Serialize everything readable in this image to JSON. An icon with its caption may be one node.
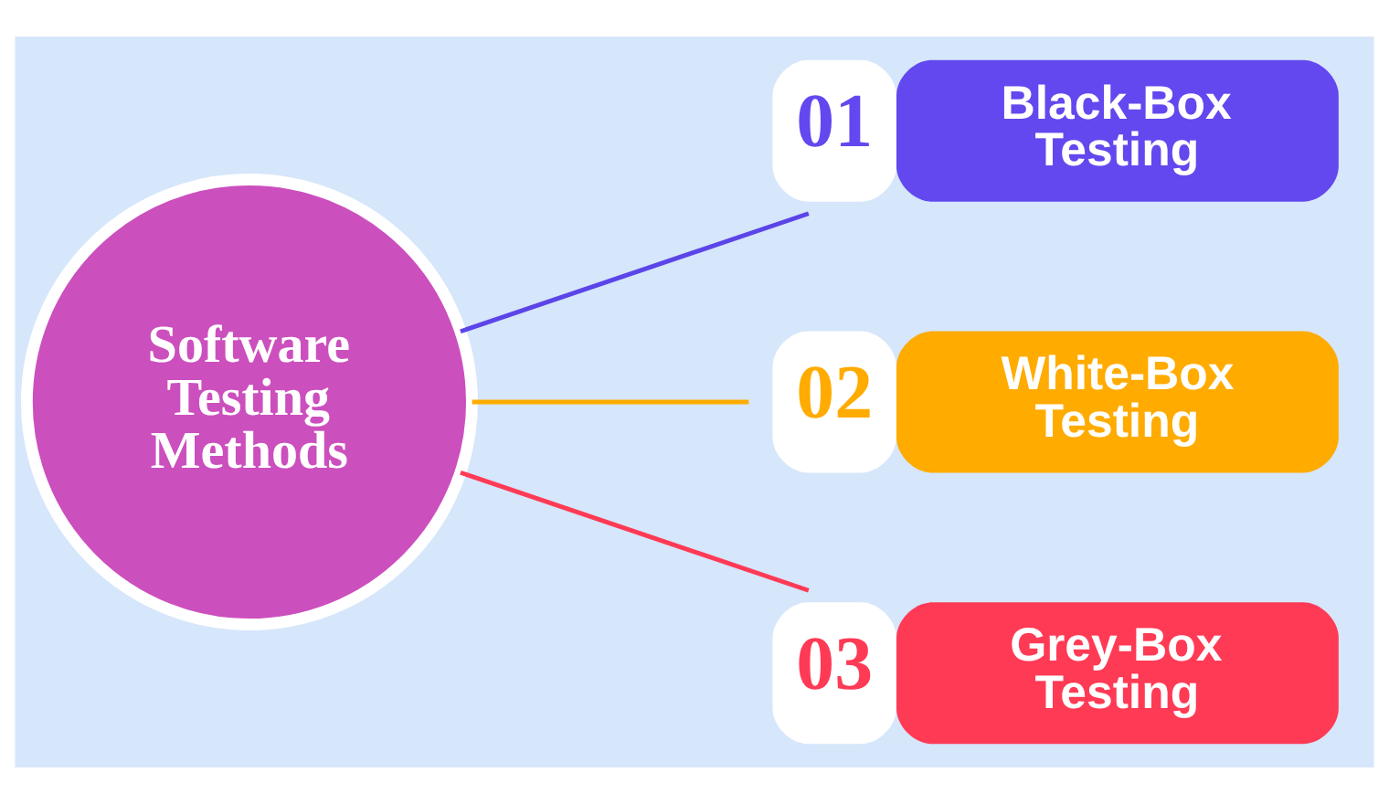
{
  "diagram": {
    "nodes": [
      {
        "text": [
          "Software Testing Methods"
        ]
      },
      {
        "text": [
          "01",
          "Black-Box Testing"
        ]
      },
      {
        "text": [
          "02",
          "White-Box Testing"
        ]
      },
      {
        "text": [
          "03",
          "Grey-Box Testing"
        ]
      }
    ],
    "edges": [
      {
        "from": 0,
        "to": 1,
        "arrow": "none",
        "color": "#5b45e8"
      },
      {
        "from": 0,
        "to": 2,
        "arrow": "none",
        "color": "#ffab00"
      },
      {
        "from": 0,
        "to": 3,
        "arrow": "none",
        "color": "#ff3a55"
      }
    ]
  }
}
